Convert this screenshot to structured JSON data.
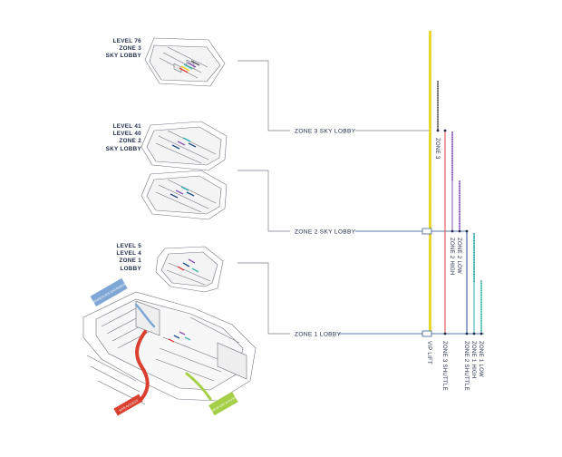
{
  "floor_groups": [
    {
      "lines": [
        "LEVEL 76",
        "ZONE 3",
        "SKY LOBBY"
      ]
    },
    {
      "lines": [
        "LEVEL 41",
        "LEVEL 40",
        "ZONE 2",
        "SKY LOBBY"
      ]
    },
    {
      "lines": [
        "LEVEL 5",
        "LEVEL 4",
        "ZONE 1",
        "LOBBY"
      ]
    }
  ],
  "lobby_labels": {
    "zone3": "ZONE 3 SKY LOBBY",
    "zone2": "ZONE 2 SKY LOBBY",
    "zone1": "ZONE 1 LOBBY"
  },
  "entrance_tags": {
    "blue": "WORKPLACE ENTRANCE",
    "red": "MTR ACCESS",
    "green": "DROP-OFF ACCESS"
  },
  "lifts": [
    {
      "name": "VIP LIFT",
      "color": "#e6d21e"
    },
    {
      "name": "ZONE 3",
      "color": "#5a5a5a"
    },
    {
      "name": "ZONE 3 SHUTTLE",
      "color": "#e2413a"
    },
    {
      "name": "ZONE 2 HIGH",
      "color": "#8a55b8"
    },
    {
      "name": "ZONE 2 LOW",
      "color": "#8a55b8"
    },
    {
      "name": "ZONE 2 SHUTTLE",
      "color": "#1f4e8c"
    },
    {
      "name": "ZONE 1 HIGH",
      "color": "#2aa9b0"
    },
    {
      "name": "ZONE 1 LOW",
      "color": "#3fb8a8"
    }
  ],
  "colors": {
    "navy": "#1f2a4a",
    "connector": "#7a7f8e",
    "entrance_blue": "#7fa7d6",
    "entrance_red": "#d9402f",
    "entrance_green": "#a6cf48"
  }
}
